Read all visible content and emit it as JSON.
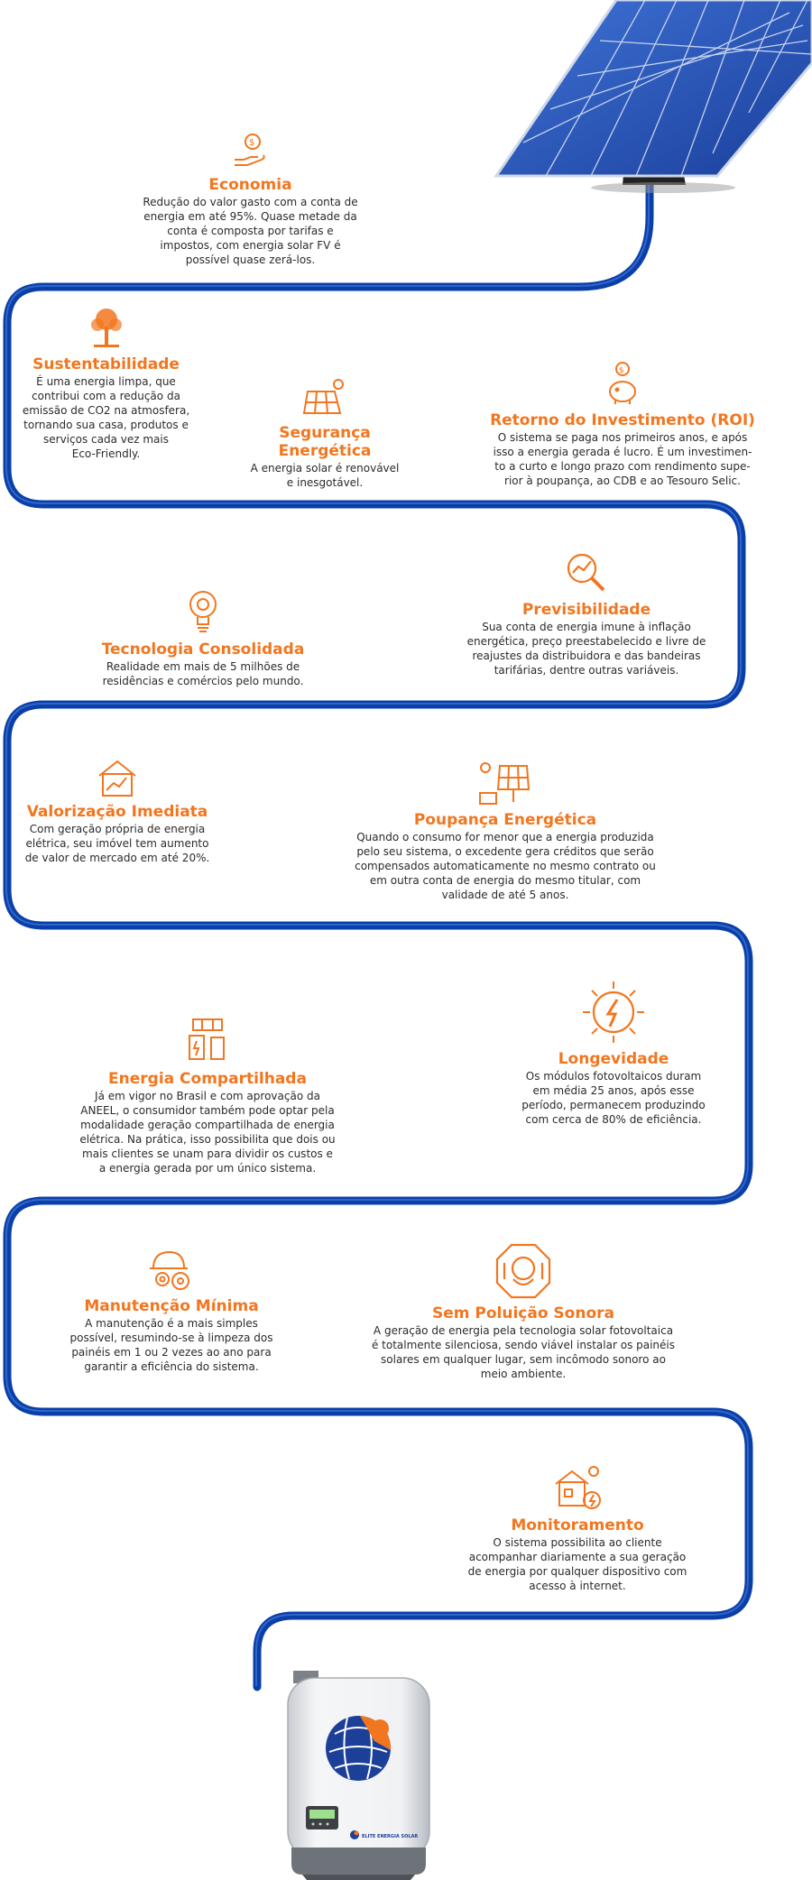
{
  "colors": {
    "pipe": "#0b3fa8",
    "accent": "#f2761f",
    "text": "#2b2b2b"
  },
  "items": [
    {
      "icon": "money-hand-icon",
      "title": "Economia",
      "desc": "Redução do valor gasto com a conta de\nenergia em até 95%. Quase metade da\nconta é composta por tarifas e\nimpostos, com energia solar FV é\npossível quase zerá-los."
    },
    {
      "icon": "tree-icon",
      "title": "Sustentabilidade",
      "desc": "É uma energia limpa, que\ncontribui com a redução da\nemissão de CO2 na atmosfera,\ntornando sua casa, produtos e\nserviços cada vez mais\nEco-Friendly."
    },
    {
      "icon": "solar-panel-sun-icon",
      "title": "Segurança Energética",
      "desc": "A energia solar é renovável\ne inesgotável."
    },
    {
      "icon": "piggy-bank-icon",
      "title": "Retorno do Investimento (ROI)",
      "desc": "O sistema se paga nos primeiros anos, e após\nisso a energia gerada é lucro. É um investimen-\nto a curto e longo prazo com rendimento supe-\nrior à poupança, ao CDB e ao Tesouro Selic."
    },
    {
      "icon": "magnifier-chart-icon",
      "title": "Previsibilidade",
      "desc": "Sua conta de energia imune à inflação\nenergética, preço preestabelecido e livre de\nreajustes da distribuidora e das bandeiras\ntarifárias, dentre outras variáveis."
    },
    {
      "icon": "lightbulb-gear-icon",
      "title": "Tecnologia Consolidada",
      "desc": "Realidade em mais de 5 milhões de\nresidências e comércios pelo mundo."
    },
    {
      "icon": "house-chart-icon",
      "title": "Valorização Imediata",
      "desc": "Com geração própria de energia\nelétrica, seu imóvel tem aumento\nde valor de mercado em até 20%."
    },
    {
      "icon": "solar-battery-icon",
      "title": "Poupança Energética",
      "desc": "Quando o consumo for menor que a energia produzida\npelo seu sistema, o excedente gera créditos que serão\ncompensados automaticamente no mesmo contrato ou\nem outra conta de energia do mesmo titular, com\nvalidade de até 5 anos."
    },
    {
      "icon": "shared-energy-icon",
      "title": "Energia Compartilhada",
      "desc": "Já em vigor no Brasil e com aprovação da\nANEEL, o consumidor também pode optar pela\nmodalidade geração compartilhada de energia\nelétrica. Na prática, isso possibilita que dois ou\nmais clientes se unam para dividir os custos e\na energia gerada por um único sistema."
    },
    {
      "icon": "lightning-sun-icon",
      "title": "Longevidade",
      "desc": "Os módulos fotovoltaicos duram\nem média 25 anos, após esse\nperíodo, permanecem produzindo\ncom cerca de 80% de eficiência."
    },
    {
      "icon": "helmet-gears-icon",
      "title": "Manutenção Mínima",
      "desc": "A manutenção é a mais simples\npossível, resumindo-se à limpeza dos\npainéis em 1 ou 2 vezes ao ano para\ngarantir a eficiência do sistema."
    },
    {
      "icon": "no-noise-icon",
      "title": "Sem Poluição Sonora",
      "desc": "A geração de energia pela tecnologia solar fotovoltaica\né totalmente silenciosa, sendo viável instalar os painéis\nsolares em qualquer lugar, sem incômodo sonoro ao\nmeio ambiente."
    },
    {
      "icon": "house-monitor-icon",
      "title": "Monitoramento",
      "desc": "O sistema possibilita ao cliente\nacompanhar diariamente a sua geração\nde energia por qualquer dispositivo com\nacesso à internet."
    }
  ],
  "inverter": {
    "brand": "ELITE ENERGIA SOLAR"
  }
}
